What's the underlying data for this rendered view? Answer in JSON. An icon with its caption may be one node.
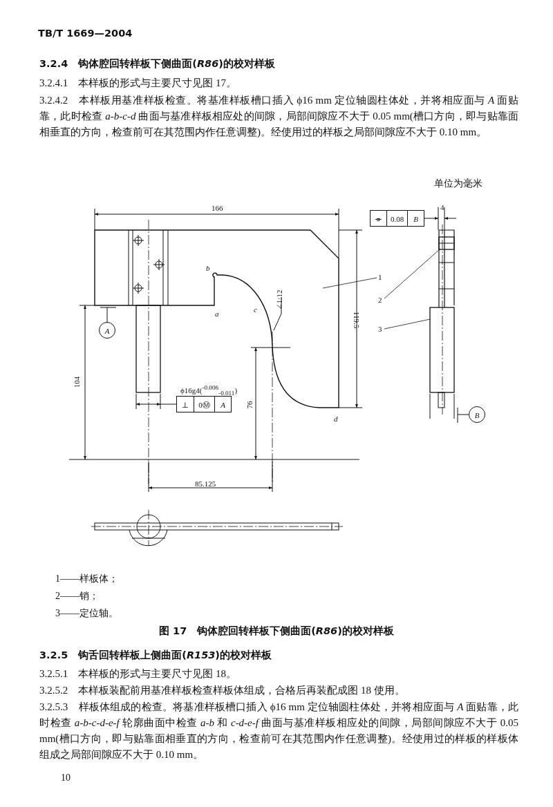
{
  "diagram": {
    "caption": "图 17　钩体腔回转样板下侧曲面(*R86*)的校对样板",
    "nodes": [
      {
        "text": [
          "1"
        ]
      },
      {
        "text": [
          "2"
        ]
      },
      {
        "text": [
          "3"
        ]
      },
      {
        "text": [],
        "shape": "picture"
      },
      {
        "text": [],
        "shape": "box"
      },
      {
        "text": [],
        "shape": "box"
      }
    ],
    "edges": [
      {
        "from": 0,
        "to": 3,
        "arrow": "none"
      },
      {
        "from": 1,
        "to": 4,
        "arrow": "none"
      },
      {
        "from": 2,
        "to": 5,
        "arrow": "none"
      }
    ],
    "labels": [
      "TB/T 1669—2004",
      "3.2.4　钩体腔回转样板下侧曲面(*R86*)的校对样板",
      "3.2.4.1　本样板的形式与主要尺寸见图 17。",
      "3.2.4.2　本样板用基准样板检查。将基准样板槽口插入 ϕ16 mm 定位轴圆柱体处，并将相应面与 *A* 面贴靠，此时检查 *a-b-c-d* 曲面与基准样板相应处的间隙，局部间隙应不大于 0.05 mm(槽口方向，即与贴靠面相垂直的方向，检查前可在其范围内作任意调整)。经使用过的样板之局部间隙应不大于 0.10 mm。",
      "单位为毫米",
      "166",
      "⌯",
      "0.08",
      "*B*",
      "4",
      "*b*",
      "*a*",
      "*c*",
      "∠1:12",
      "119.5",
      "*A*",
      "104",
      "ϕ16g4($^{-0.006}$$_{-0.011}$)",
      "⊥",
      "0Ⓜ",
      "*A*",
      "76",
      "*d*",
      "*B*",
      "85.125",
      "1——样板体；",
      "2——销；",
      "3——定位轴。",
      "3.2.5　钩舌回转样板上侧曲面(*R153*)的校对样板",
      "3.2.5.1　本样板的形式与主要尺寸见图 18。",
      "3.2.5.2　本样板装配前用基准样板检查样板体组成，合格后再装配成图 18 使用。",
      "3.2.5.3　样板体组成的检查。将基准样板槽口插入 ϕ16 mm 定位轴圆柱体处，并将相应面与 *A* 面贴靠，此时检查 *a-b-c-d-e-f* 轮廓曲面中检查 *a-b* 和 *c-d-e-f* 曲面与基准样板相应处的间隙，局部间隙应不大于 0.05 mm(槽口方向，即与贴靠面相垂直的方向，检查前可在其范围内作任意调整)。经使用过的样板的样板体组成之局部间隙应不大于 0.10 mm。",
      "10"
    ]
  }
}
